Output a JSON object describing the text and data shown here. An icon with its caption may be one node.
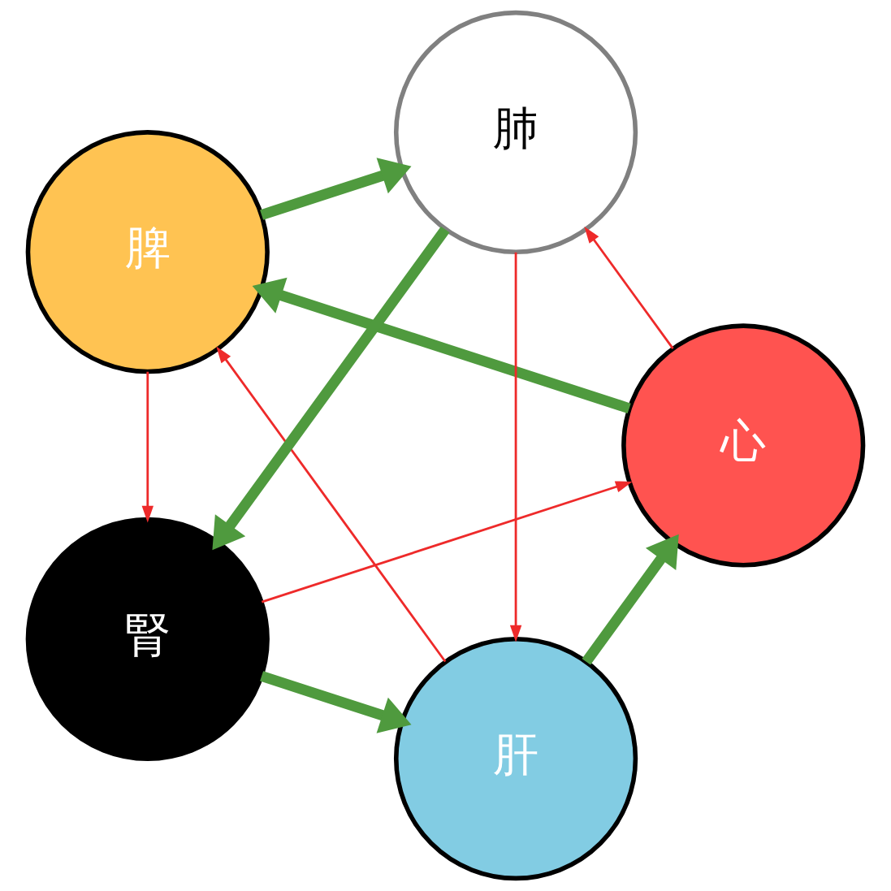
{
  "diagram": {
    "nodes": [
      {
        "text": [
          "肝"
        ]
      },
      {
        "text": [
          "心"
        ]
      },
      {
        "text": [
          "脾"
        ]
      },
      {
        "text": [
          "肺"
        ]
      },
      {
        "text": [
          "腎"
        ]
      }
    ],
    "edges": [
      {
        "from": 4,
        "to": 0,
        "arrow": "to",
        "style": "thick",
        "color": "#4f9a3e"
      },
      {
        "from": 0,
        "to": 1,
        "arrow": "to",
        "style": "thick",
        "color": "#4f9a3e"
      },
      {
        "from": 1,
        "to": 2,
        "arrow": "to",
        "style": "thick",
        "color": "#4f9a3e"
      },
      {
        "from": 2,
        "to": 3,
        "arrow": "to",
        "style": "thick",
        "color": "#4f9a3e"
      },
      {
        "from": 3,
        "to": 4,
        "arrow": "to",
        "style": "thick",
        "color": "#4f9a3e"
      },
      {
        "from": 4,
        "to": 1,
        "arrow": "to",
        "color": "#ee2a2a"
      },
      {
        "from": 0,
        "to": 2,
        "arrow": "to",
        "color": "#ee2a2a"
      },
      {
        "from": 1,
        "to": 3,
        "arrow": "to",
        "color": "#ee2a2a"
      },
      {
        "from": 2,
        "to": 4,
        "arrow": "to",
        "color": "#ee2a2a"
      },
      {
        "from": 3,
        "to": 0,
        "arrow": "to",
        "color": "#ee2a2a"
      }
    ]
  }
}
